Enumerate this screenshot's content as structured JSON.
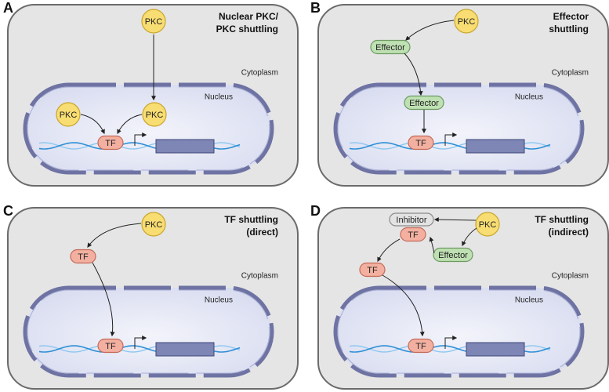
{
  "colors": {
    "cell_fill": "#e5e5e5",
    "cell_stroke": "#6b6b6b",
    "nucleus_fill": "#dfe2f2",
    "nucleus_stroke": "#6e73a3",
    "pkc_fill": "#f8dd72",
    "pkc_stroke": "#c8a52c",
    "effector_fill": "#bfe0b3",
    "effector_stroke": "#6d9a62",
    "tf_fill": "#f3b0a0",
    "tf_stroke": "#c46a58",
    "inhibitor_fill": "#e3e3e3",
    "inhibitor_stroke": "#8a8a8a",
    "dna_blue": "#2f8fd6",
    "dna_light": "#8cc7f0",
    "gene_fill": "#7e86b6",
    "gene_stroke": "#3d4578"
  },
  "labels": {
    "cytoplasm": "Cytoplasm",
    "nucleus": "Nucleus",
    "pkc": "PKC",
    "effector": "Effector",
    "tf": "TF",
    "inhibitor": "Inhibitor"
  },
  "panels": {
    "a": {
      "letter": "A",
      "title_line1": "Nuclear PKC/",
      "title_line2": "PKC shuttling"
    },
    "b": {
      "letter": "B",
      "title_line1": "Effector",
      "title_line2": "shuttling"
    },
    "c": {
      "letter": "C",
      "title_line1": "TF shuttling",
      "title_line2": "(direct)"
    },
    "d": {
      "letter": "D",
      "title_line1": "TF shuttling",
      "title_line2": "(indirect)"
    }
  }
}
